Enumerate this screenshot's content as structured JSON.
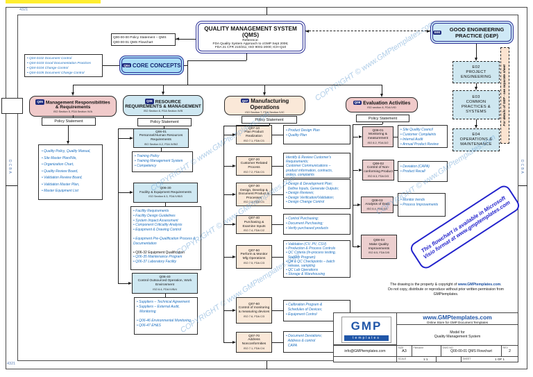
{
  "frame": {
    "top_ruler": "4321",
    "bottom_ruler": "4321",
    "grid_left": "DCBA",
    "grid_right": "DCBA"
  },
  "watermark": "COPYRIGHT © www.GMPtemplates.com",
  "colors": {
    "navy_border": "#2a2f96",
    "core_blue_fill": "#a9ddf6",
    "light_blue_fill": "#cfe8f2",
    "pink_fill": "#f0caca",
    "peach_fill": "#fae8d8",
    "note_blue_text": "#1a6ebf",
    "stamp_blue": "#2222cc",
    "brand_blue": "#2056a8",
    "gep_note_fill": "#fbe3d0"
  },
  "qms_ref_box": {
    "line1": "Q00-00-00  Policy Statement – QMS",
    "line2": "Q00-00-01  QMS Flowchart"
  },
  "qms": {
    "title": "QUALITY MANAGEMENT SYSTEM (QMS)",
    "ref_label": "Reference:",
    "ref1": "FDA Quality System Approach to cGMP Sept 2006;",
    "ref2": "FDA 21 CFR 210/211; ISO 9001-2000; ICH-Q10"
  },
  "core": {
    "badge": "Q04",
    "title": "CORE CONCEPTS",
    "items": [
      "• Q04-0102  Document Control",
      "• Q04-0103  Good Documentation Practices",
      "• Q04-0104  Change Control",
      "• Q04-0105  Document Change Control"
    ]
  },
  "gep": {
    "badge": "E00",
    "title": "GOOD ENGINEERING PRACTICE (GEP)",
    "note": "For details of GEP - see separate sheet",
    "stages": [
      {
        "id": "E02",
        "lines": [
          "PROJECT",
          "ENGINEERING"
        ]
      },
      {
        "id": "E03",
        "lines": [
          "COMMON",
          "PRACTICES &",
          "SYSTEMS"
        ]
      },
      {
        "id": "E04",
        "lines": [
          "OPERATIONS &",
          "MAINTENANCE"
        ]
      }
    ]
  },
  "q05": {
    "badge": "Q05",
    "title1": "Management Responsibilities",
    "title2": "& Requirements",
    "caption": "ISO Section 5,  FDA Section IV/A",
    "policy": "Policy Statement",
    "bullets": [
      "• Quality Policy, Quality Manual,",
      "• Site Master Plan/File,",
      "• Organization Chart,",
      "• Quality Review Board,",
      "• Validation Review Board,",
      "• Validation Master Plan,",
      "• Master Equipment List"
    ]
  },
  "q06": {
    "badge": "Q06",
    "title1": "RESOURCE",
    "title2": "REQUIREMENTS &  MANAGEMENT",
    "caption": "ISO Section 6,  FDA Section IV/B",
    "policy": "Policy Statement",
    "boxes": [
      {
        "id": "Q06-01",
        "title": "Personnel/Human Resources Requirements",
        "caption": "ISO Section 6.2, FDA IV/B/2",
        "bullets": [
          "• Training Policy",
          "• Training Management System",
          "• Competency"
        ]
      },
      {
        "id": "Q06-30",
        "title": "Facility & Equipment Requirements",
        "caption": "ISO Section 6.3,  FDA IV/B/3",
        "bullets": [
          "• Facility Requirements",
          "• Facility Design Guidelines",
          "• System Impact Assessment",
          "• Component Criticality Analysis",
          "• Equipment & Drawing Control",
          "",
          "• Equipment Pre-Qualification Process & Documentation",
          "",
          {
            "text": "• Q06-32 Equipment Qualification",
            "cls": "dark"
          },
          "• Q06-35 Maintenance Program",
          "• Q06-37 Laboratory Facility"
        ]
      },
      {
        "id": "Q06-40",
        "title": "Control Outsourced Operation, Work Environment",
        "caption": "ISO 6.4, FDA IV/B/4",
        "bullets": [
          "• Suppliers – Technical Agreement",
          "• Suppliers – External Audit,",
          "   Monitoring",
          "",
          "• Q06-46 Environmental Monitoring",
          "• Q06-47 EH&S"
        ]
      }
    ]
  },
  "q07": {
    "badge": "Q07",
    "title": "Manufacturing Operations",
    "caption": "ISO Section 7,  FDA Section IV/C",
    "policy": "Policy Statement",
    "rows": [
      {
        "id": "Q07-10",
        "title": "Plan Product Realization",
        "caption": "ISO 7.1, FDA C/1",
        "notes": [
          "• Product Design Plan",
          "• Quality Plan"
        ]
      },
      {
        "id": "Q07-20",
        "title": "Customer Related Process",
        "caption": "ISO 7.2, FDA C/1",
        "notes": [
          "Identify & Review Customer's",
          "Requirements;",
          "Customer Communications –",
          "product information, contracts,",
          "orders, complaints"
        ]
      },
      {
        "id": "Q07-30",
        "title": "Design, Develop & Document Product & Processes",
        "caption": "ISO 7.3, FDA C/1",
        "notes": [
          "• Design & Development Plan;",
          "  Define Inputs, Generate Outputs;",
          "• Design Reviews;",
          "• Design Verification/Validation;",
          "• Design Change Control"
        ]
      },
      {
        "id": "Q07-40",
        "title": "Purchasing & Examine Inputs",
        "caption": "ISO 7.4, FDA C/2",
        "notes": [
          "• Control Purchasing;",
          "• Document Purchasing;",
          "• Verify purchased products"
        ]
      },
      {
        "id": "Q07-50",
        "title": "Perform & Monitor Mfg Operations",
        "caption": "ISO 7.5, FDA C/3",
        "notes": [
          "• Validation (CV, PV, CSV)",
          "• Production & Process Controls",
          "• QC Criteria (In-process testing,",
          "  Stability Program)",
          "• QA & QC Checkpoints – batch",
          "  release, sampling",
          "• QC Lab Operations",
          "• Storage & Warehousing"
        ]
      },
      {
        "id": "Q07-60",
        "title": "Control of monitoring & measuring devices",
        "caption": "ISO 7.6, FDA C/3",
        "notes": [
          "• Calibration Program &",
          "  Schedules of Devices;",
          "• Equipment Control"
        ]
      },
      {
        "id": "Q07-70",
        "title": "Address Nonconformities",
        "caption": "ISO 7.1, FDA C/4",
        "notes": [
          "• Document Deviations;",
          "  Address & control",
          "  CAPA"
        ]
      }
    ]
  },
  "q08": {
    "badge": "Q08",
    "title": "Evaluation  Activities",
    "caption": "ISO section 8,  FDA IV/D",
    "policy": "Policy Statement",
    "rows": [
      {
        "id": "Q08-01",
        "title": "Monitoring & measurement",
        "caption": "ISO 8.2, FDA D/2",
        "notes": [
          "• Site Quality Council",
          "• Customer Complaints",
          "• Internal Audit",
          "• Annual Product Review"
        ]
      },
      {
        "id": "Q08-02",
        "title": "Control of Non-conforming Product",
        "caption": "ISO 8.3, FDA D/3",
        "notes": [
          "• Deviation (CAPA)",
          "• Product Recall"
        ]
      },
      {
        "id": "Q08-03",
        "title": "Analysis of Data",
        "caption": "ISO 8.4, FDA D/1",
        "notes": [
          "• Monitor trends",
          "• Process Improvements"
        ]
      },
      {
        "id": "Q08-04",
        "title": "Make Quality Improvements",
        "caption": "ISO 8.5, FDA D/5"
      }
    ]
  },
  "stamp": {
    "line1": "This flowchart is available in Microsoft",
    "line2": "Visio format at www.gmptemplates.com"
  },
  "copyright": {
    "pre": "The drawing is the property & copyright of ",
    "link": "www.GMPtemplates.com",
    "post": ".",
    "line2": "Do not copy, distribute or reproduce without prior written permission from",
    "line3": "GMPtemplates."
  },
  "title_block": {
    "logo_main": "GMP",
    "logo_sub": "templates",
    "website": "www.GMPtemplates.com",
    "website_sub": "Online Store for GMP Document Templates",
    "model1": "Model for",
    "model2": "Quality Management System",
    "email": "info@GMPtemplates.com",
    "size_label": "SIZE",
    "size": "A3",
    "filename_label": "Filename",
    "dwg_label": "DWG NO",
    "dwg": "Q00-00-01 QMS Flowchart",
    "rev_label": "REV",
    "rev": "2",
    "scale_label": "SCALE",
    "scale": "1:1",
    "sheet_label": "SHEET",
    "sheet": "1 OF 1"
  }
}
